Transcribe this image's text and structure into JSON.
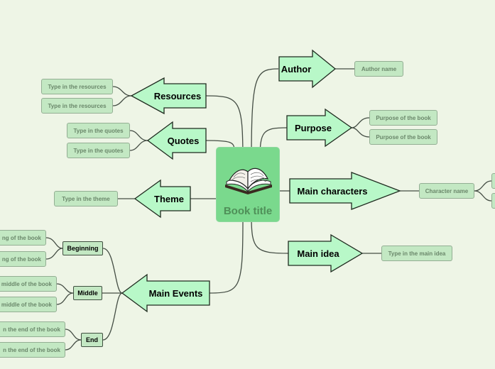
{
  "center": {
    "title": "Book title",
    "icon": "open-book-icon"
  },
  "colors": {
    "background": "#eef5e6",
    "arrow_fill": "#b8f8c8",
    "node_fill": "#c3e8c3",
    "line": "#444d44",
    "center_fill": "#7ad98d"
  },
  "branches": {
    "author": {
      "label": "Author",
      "children": [
        "Author name"
      ]
    },
    "purpose": {
      "label": "Purpose",
      "children": [
        "Purpose of the book",
        "Purpose of the book"
      ]
    },
    "main_characters": {
      "label": "Main characters",
      "children": [
        "Character name"
      ]
    },
    "main_idea": {
      "label": "Main idea",
      "children": [
        "Type in the main idea"
      ]
    },
    "resources": {
      "label": "Resources",
      "children": [
        "Type in the resources",
        "Type in the resources"
      ]
    },
    "quotes": {
      "label": "Quotes",
      "children": [
        "Type in the quotes",
        "Type in the quotes"
      ]
    },
    "theme": {
      "label": "Theme",
      "children": [
        "Type in the theme"
      ]
    },
    "main_events": {
      "label": "Main Events",
      "beginning": {
        "label": "Beginning",
        "children": [
          "ng of the book",
          "ng of the book"
        ]
      },
      "middle": {
        "label": "Middle",
        "children": [
          "middle of the book",
          "middle of the book"
        ]
      },
      "end": {
        "label": "End",
        "children": [
          "n the end of the book",
          "n the end of the book"
        ]
      }
    }
  }
}
